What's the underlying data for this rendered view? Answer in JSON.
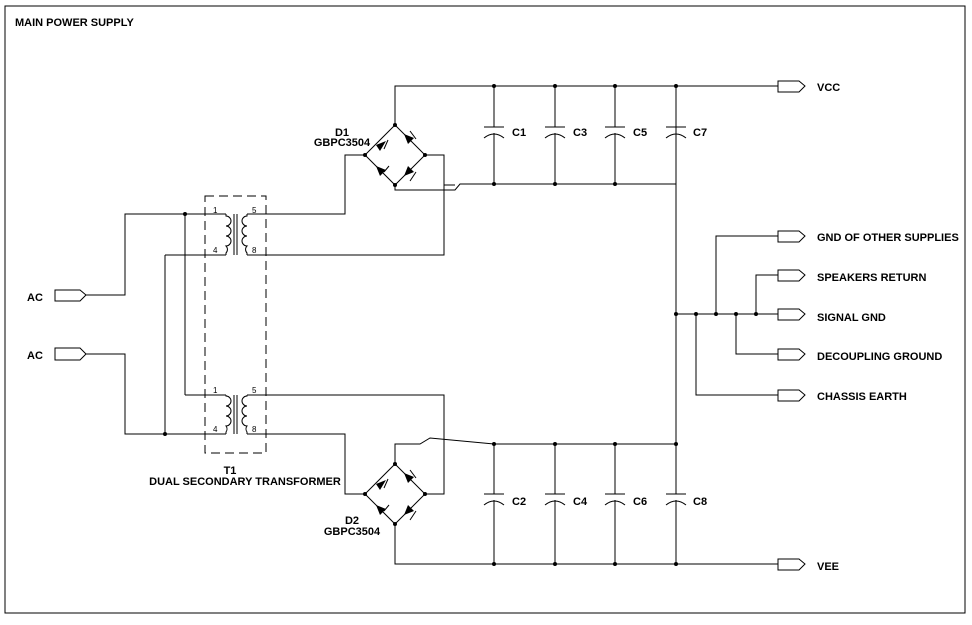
{
  "title": "MAIN POWER SUPPLY",
  "ports": {
    "ac1": "AC",
    "ac2": "AC",
    "vcc": "VCC",
    "vee": "VEE",
    "gnd_other": "GND OF OTHER SUPPLIES",
    "speakers_return": "SPEAKERS RETURN",
    "signal_gnd": "SIGNAL GND",
    "decoupling_ground": "DECOUPLING GROUND",
    "chassis_earth": "CHASSIS EARTH"
  },
  "transformer": {
    "ref": "T1",
    "description": "DUAL SECONDARY TRANSFORMER",
    "pins_top": [
      "1",
      "4",
      "5",
      "8"
    ],
    "pins_bottom": [
      "1",
      "4",
      "5",
      "8"
    ]
  },
  "bridges": [
    {
      "ref": "D1",
      "part": "GBPC3504"
    },
    {
      "ref": "D2",
      "part": "GBPC3504"
    }
  ],
  "capacitors_top": [
    "C1",
    "C3",
    "C5",
    "C7"
  ],
  "capacitors_bottom": [
    "C2",
    "C4",
    "C6",
    "C8"
  ]
}
